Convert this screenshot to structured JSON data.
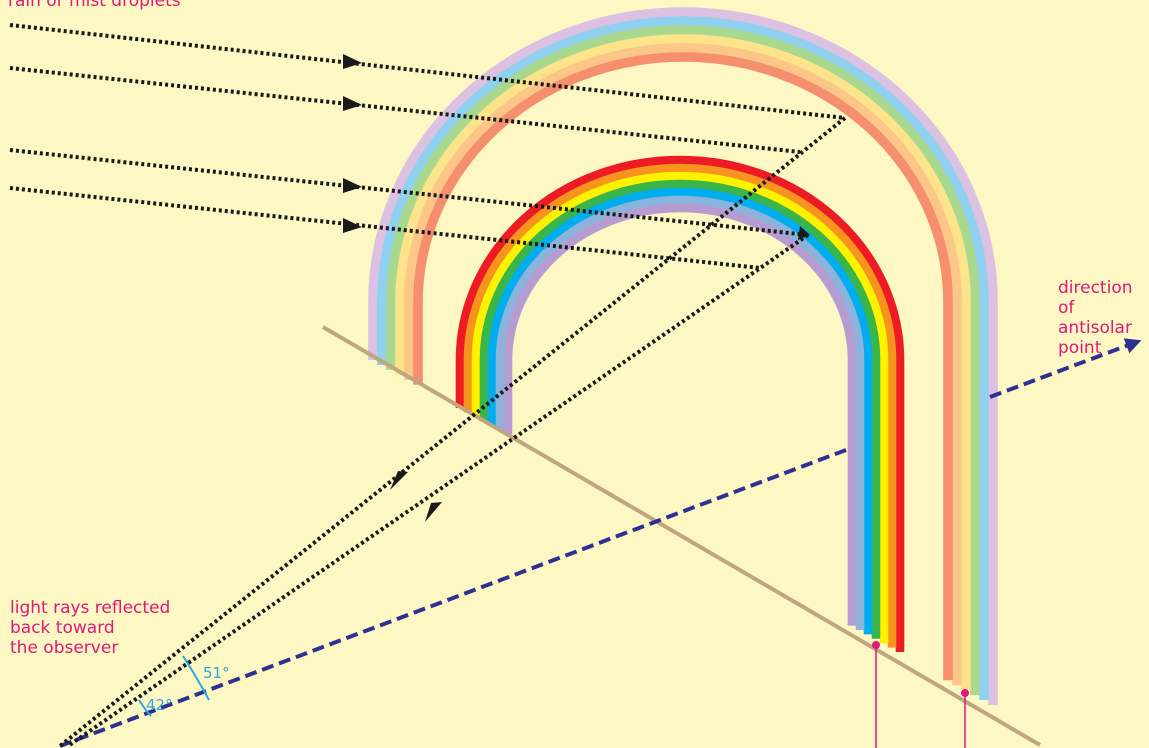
{
  "labels": {
    "droplets": "rain or mist droplets",
    "antisolar_line1": "direction",
    "antisolar_line2": "of antisolar",
    "antisolar_line3": "point",
    "reflected_line1": "light rays reflected",
    "reflected_line2": "back toward",
    "reflected_line3": "the observer",
    "angle_outer": "51°",
    "angle_inner": "42°"
  },
  "colors": {
    "background": "#fdf7c3",
    "label_text": "#e0187a",
    "angle_text": "#29a9e0",
    "ground_line": "#c0a67e",
    "antisolar_line": "#2e3192",
    "ray": "#1a1a1a",
    "primary_bands": [
      "#ed1c24",
      "#f7941d",
      "#fff200",
      "#39b54a",
      "#00aeef",
      "#8ab4dc",
      "#b79cd2"
    ],
    "secondary_bands": [
      "#dcc1e2",
      "#8fd1ef",
      "#a9d98e",
      "#fde389",
      "#fcc688",
      "#f58f6e"
    ]
  }
}
